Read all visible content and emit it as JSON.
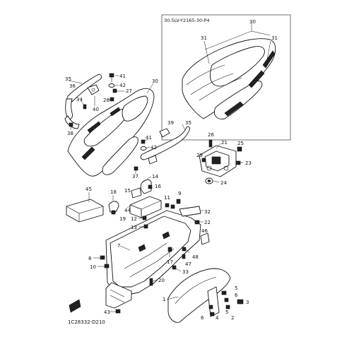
{
  "inset": {
    "code": "30.5LV-Y2165-30-P4"
  },
  "footer": {
    "code": "1C28332-D210"
  },
  "callouts": {
    "c1": "1",
    "c2": "2",
    "c3": "3",
    "c4": "4",
    "c5a": "5",
    "c5b": "5",
    "c6a": "6",
    "c6b": "6",
    "c7": "7",
    "c8": "8",
    "c9": "9",
    "c10": "10",
    "c11": "11",
    "c12": "12",
    "c13": "13",
    "c14": "14",
    "c15": "15",
    "c16": "16",
    "c17": "17",
    "c18": "18",
    "c19": "19",
    "c20": "20",
    "c21": "21",
    "c22": "22",
    "c23": "23",
    "c24": "24",
    "c25": "25",
    "c26": "26",
    "c27": "27",
    "c28": "28",
    "c29": "29",
    "c30a": "30",
    "c30b": "30",
    "c31a": "31",
    "c31b": "31",
    "c32": "32",
    "c33": "33",
    "c34": "34",
    "c35a": "35",
    "c35b": "35",
    "c36": "36",
    "c37": "37",
    "c38": "38",
    "c39": "39",
    "c40": "40",
    "c41a": "41",
    "c41b": "41",
    "c42a": "42",
    "c42b": "42",
    "c43": "43",
    "c44": "44",
    "c45": "45",
    "c46": "46",
    "c47": "47",
    "c48": "48"
  },
  "colors": {
    "line": "#111111",
    "background": "#ffffff",
    "fill_dark": "#222222"
  }
}
